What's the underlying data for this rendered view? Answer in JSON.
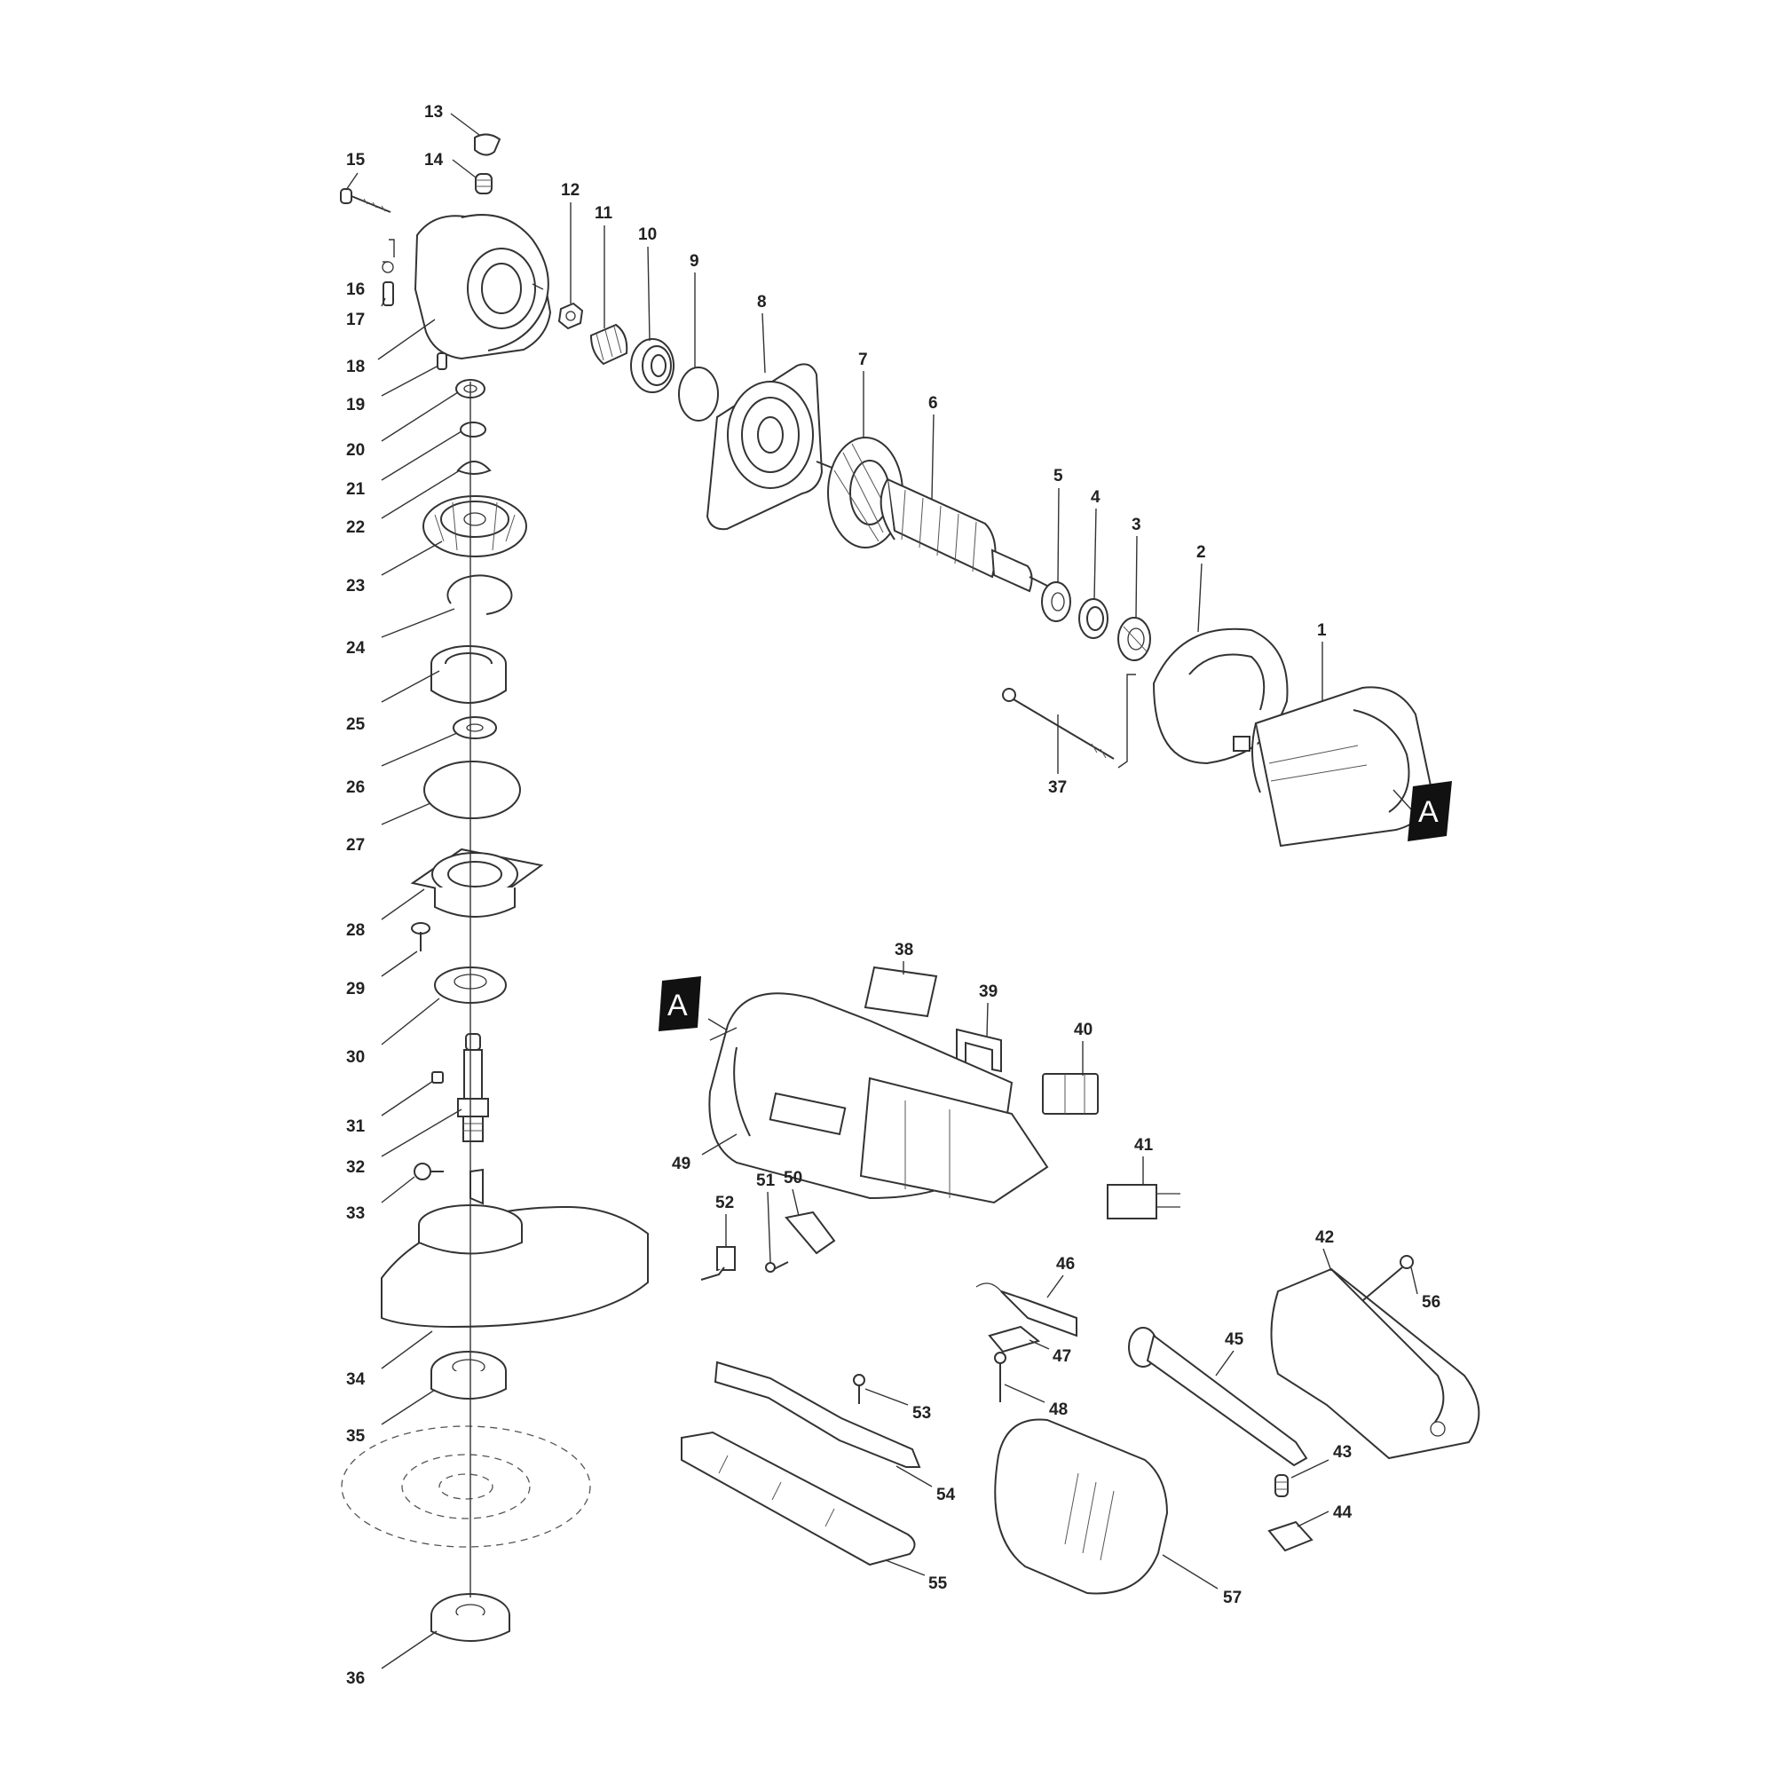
{
  "diagram": {
    "callouts": [
      {
        "id": "c1",
        "label": "1"
      },
      {
        "id": "c2",
        "label": "2"
      },
      {
        "id": "c3",
        "label": "3"
      },
      {
        "id": "c4",
        "label": "4"
      },
      {
        "id": "c5",
        "label": "5"
      },
      {
        "id": "c6",
        "label": "6"
      },
      {
        "id": "c7",
        "label": "7"
      },
      {
        "id": "c8",
        "label": "8"
      },
      {
        "id": "c9",
        "label": "9"
      },
      {
        "id": "c10",
        "label": "10"
      },
      {
        "id": "c11",
        "label": "11"
      },
      {
        "id": "c12",
        "label": "12"
      },
      {
        "id": "c13",
        "label": "13"
      },
      {
        "id": "c14",
        "label": "14"
      },
      {
        "id": "c15",
        "label": "15"
      },
      {
        "id": "c16",
        "label": "16"
      },
      {
        "id": "c17",
        "label": "17"
      },
      {
        "id": "c18",
        "label": "18"
      },
      {
        "id": "c19",
        "label": "19"
      },
      {
        "id": "c20",
        "label": "20"
      },
      {
        "id": "c21",
        "label": "21"
      },
      {
        "id": "c22",
        "label": "22"
      },
      {
        "id": "c23",
        "label": "23"
      },
      {
        "id": "c24",
        "label": "24"
      },
      {
        "id": "c25",
        "label": "25"
      },
      {
        "id": "c26",
        "label": "26"
      },
      {
        "id": "c27",
        "label": "27"
      },
      {
        "id": "c28",
        "label": "28"
      },
      {
        "id": "c29",
        "label": "29"
      },
      {
        "id": "c30",
        "label": "30"
      },
      {
        "id": "c31",
        "label": "31"
      },
      {
        "id": "c32",
        "label": "32"
      },
      {
        "id": "c33",
        "label": "33"
      },
      {
        "id": "c34",
        "label": "34"
      },
      {
        "id": "c35",
        "label": "35"
      },
      {
        "id": "c36",
        "label": "36"
      },
      {
        "id": "c37",
        "label": "37"
      },
      {
        "id": "c38",
        "label": "38"
      },
      {
        "id": "c39",
        "label": "39"
      },
      {
        "id": "c40",
        "label": "40"
      },
      {
        "id": "c41",
        "label": "41"
      },
      {
        "id": "c42",
        "label": "42"
      },
      {
        "id": "c43",
        "label": "43"
      },
      {
        "id": "c44",
        "label": "44"
      },
      {
        "id": "c45",
        "label": "45"
      },
      {
        "id": "c46",
        "label": "46"
      },
      {
        "id": "c47",
        "label": "47"
      },
      {
        "id": "c48",
        "label": "48"
      },
      {
        "id": "c49",
        "label": "49"
      },
      {
        "id": "c50",
        "label": "50"
      },
      {
        "id": "c51",
        "label": "51"
      },
      {
        "id": "c52",
        "label": "52"
      },
      {
        "id": "c53",
        "label": "53"
      },
      {
        "id": "c54",
        "label": "54"
      },
      {
        "id": "c55",
        "label": "55"
      },
      {
        "id": "c56",
        "label": "56"
      },
      {
        "id": "c57",
        "label": "57"
      }
    ],
    "reference_marks": [
      {
        "id": "refA1",
        "letter": "A"
      },
      {
        "id": "refA2",
        "letter": "A"
      }
    ]
  }
}
